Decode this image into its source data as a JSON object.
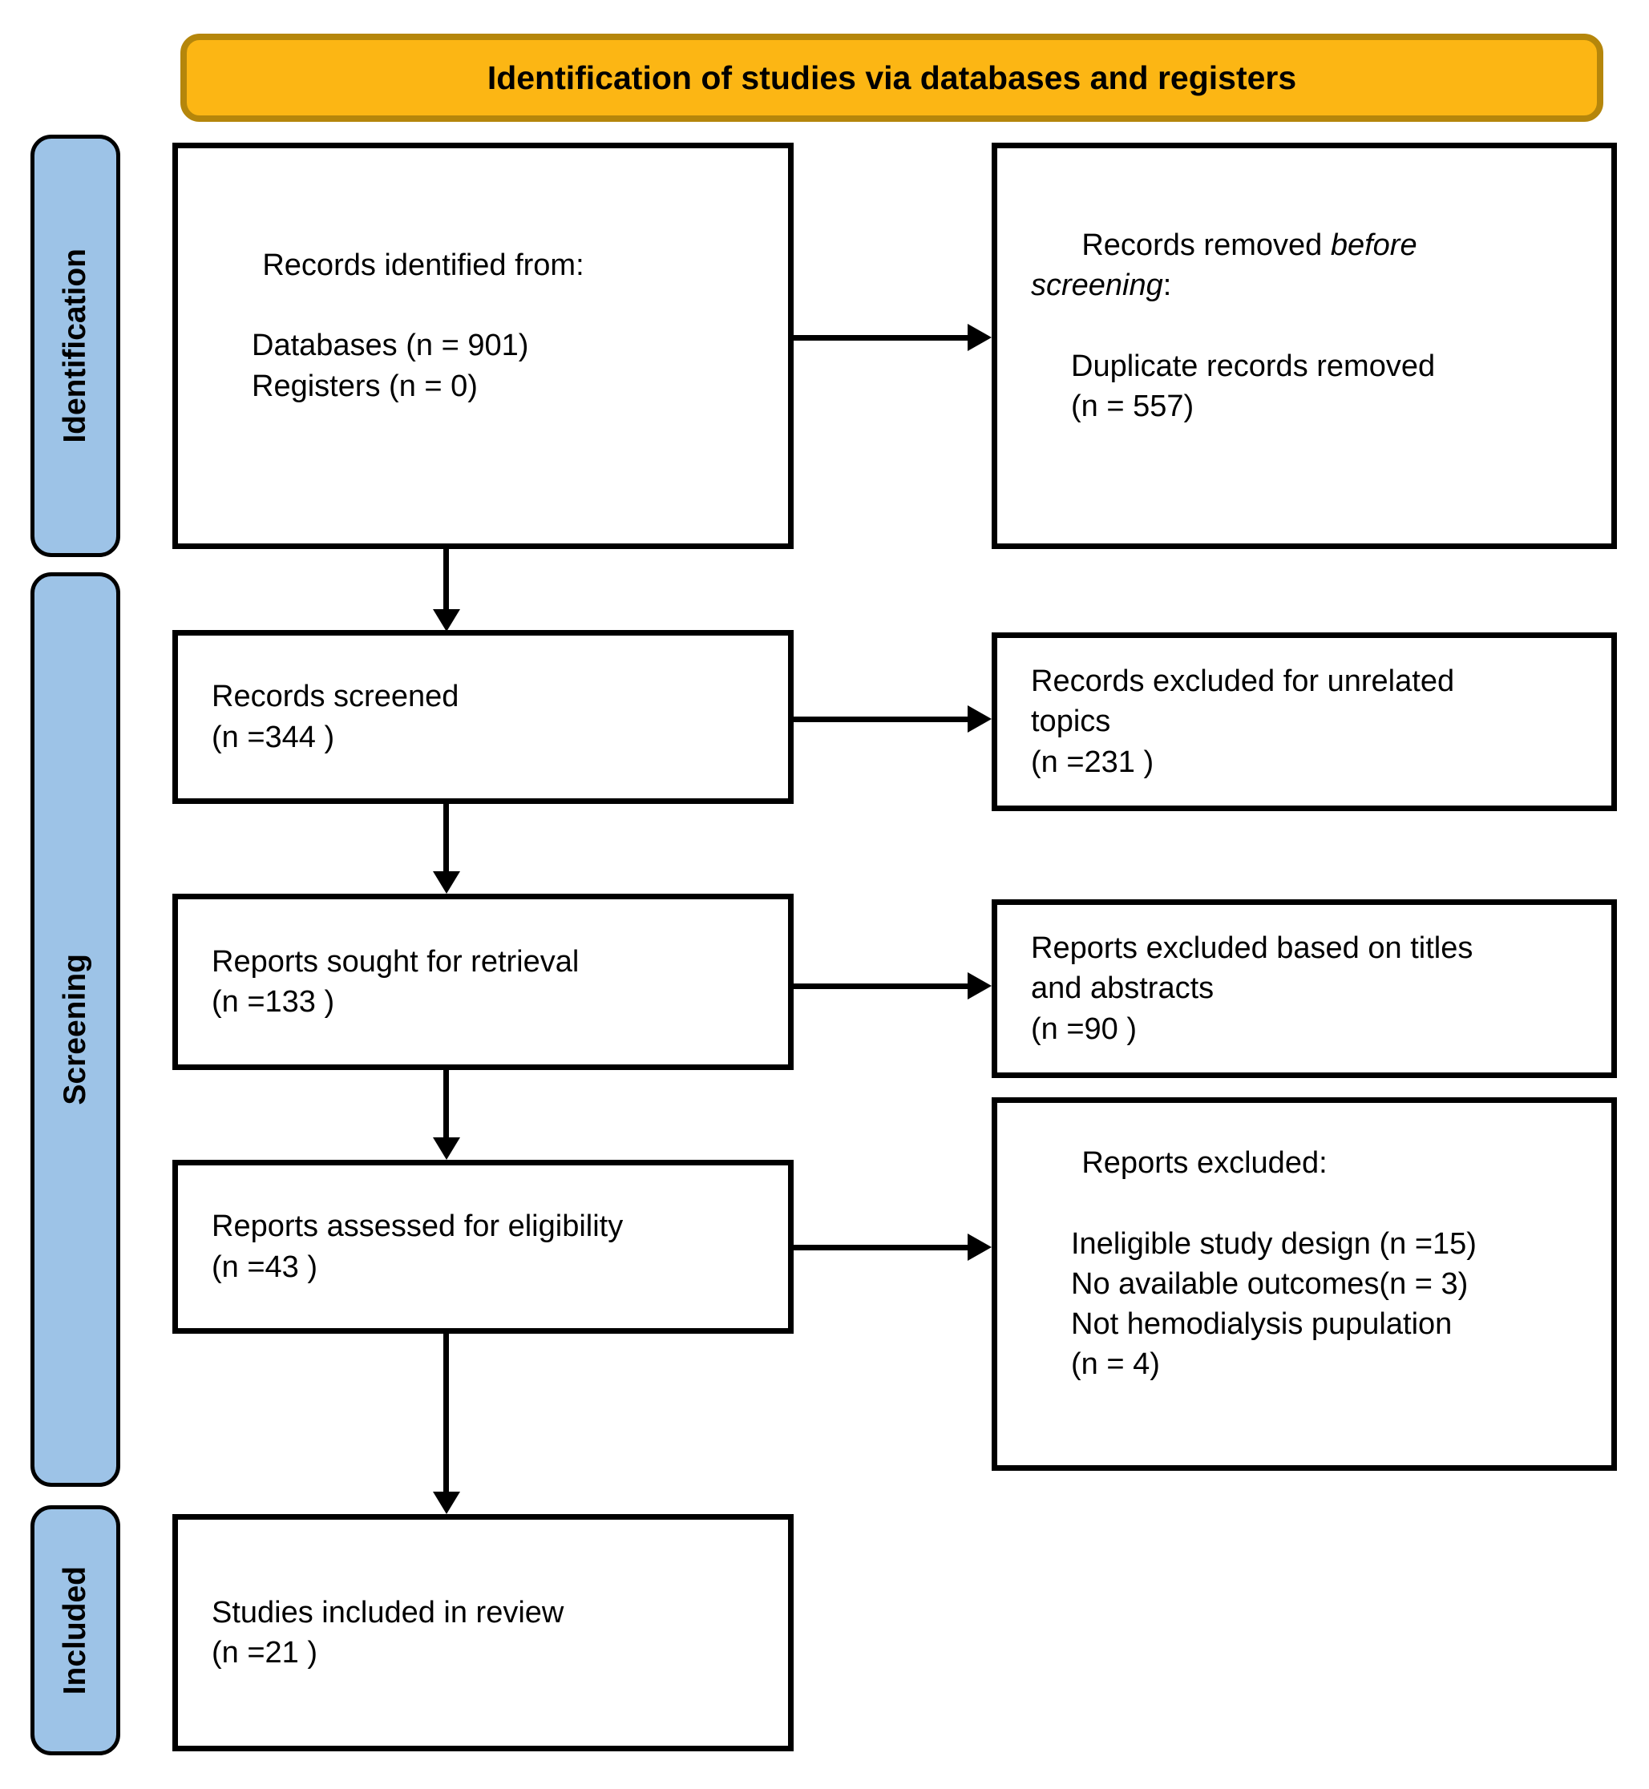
{
  "title": "Identification of studies via databases and registers",
  "sidebar": {
    "identification": "Identification",
    "screening": "Screening",
    "included": "Included"
  },
  "flow": {
    "identified": {
      "heading": "Records identified from:",
      "details": "Databases (n = 901)\nRegisters (n = 0)"
    },
    "removed": {
      "pre": "Records removed ",
      "italic": "before\nscreening",
      "post": ":",
      "details": "Duplicate records removed\n(n = 557)"
    },
    "screened": {
      "text": "Records screened\n(n =344 )"
    },
    "excluded_unrelated": {
      "text": "Records excluded for unrelated\ntopics\n(n =231 )"
    },
    "sought": {
      "text": "Reports sought for retrieval\n(n =133 )"
    },
    "excluded_titles": {
      "text": "Reports excluded based on titles\nand abstracts\n(n =90 )"
    },
    "assessed": {
      "text": "Reports assessed for eligibility\n(n =43 )"
    },
    "excluded_reports": {
      "heading": "Reports excluded:",
      "details": "Ineligible study design (n =15)\nNo available outcomes(n = 3)\nNot hemodialysis pupulation\n(n = 4)"
    },
    "included_studies": {
      "text": "Studies included in review\n(n =21 )"
    }
  },
  "colors": {
    "header_fill": "#FCB614",
    "header_border": "#B5860B",
    "sidebar_fill": "#9DC3E7",
    "box_border": "#000000",
    "background": "#FFFFFF"
  }
}
